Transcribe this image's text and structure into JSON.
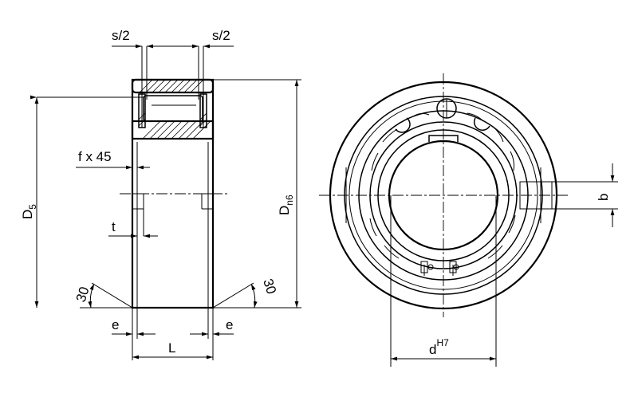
{
  "labels": {
    "s_half_left": "s/2",
    "s_half_right": "s/2",
    "f_chamfer": "f x 45",
    "d5_main": "D",
    "d5_sub": "5",
    "t": "t",
    "angle_left": "30",
    "angle_right": "30",
    "e_left": "e",
    "e_right": "e",
    "width_L": "L",
    "dn6_main": "D",
    "dn6_sub": "n6",
    "b": "b",
    "d_main": "d",
    "d_sup": "H7"
  }
}
